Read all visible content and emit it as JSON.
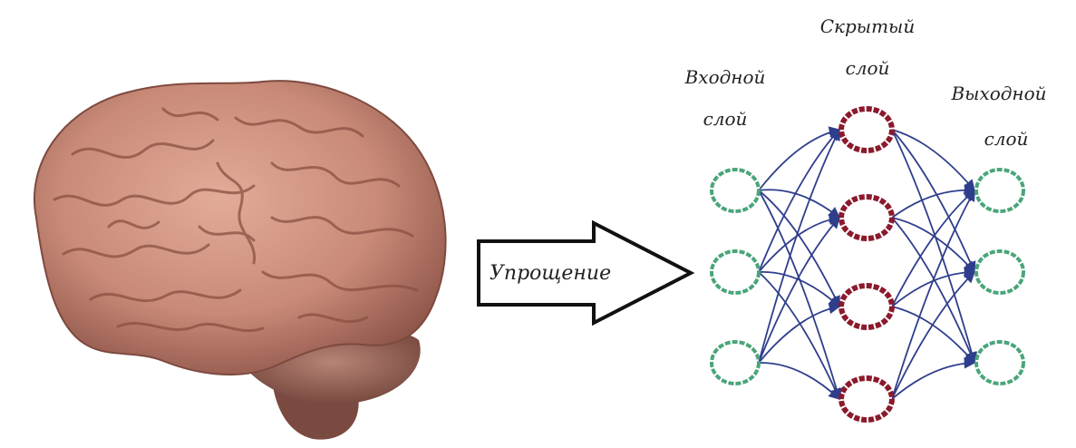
{
  "illustration": {
    "name": "brain"
  },
  "arrow": {
    "label": "Упрощение"
  },
  "network": {
    "input_layer": {
      "label_line1": "Входной",
      "label_line2": "слой",
      "node_count": 3,
      "color": "#4aa57a"
    },
    "hidden_layer": {
      "label_line1": "Скрытый",
      "label_line2": "слой",
      "node_count": 4,
      "color": "#8b1a2c"
    },
    "output_layer": {
      "label_line1": "Выходной",
      "label_line2": "слой",
      "node_count": 3,
      "color": "#4aa57a"
    },
    "edge_color": "#2f3e8c"
  }
}
